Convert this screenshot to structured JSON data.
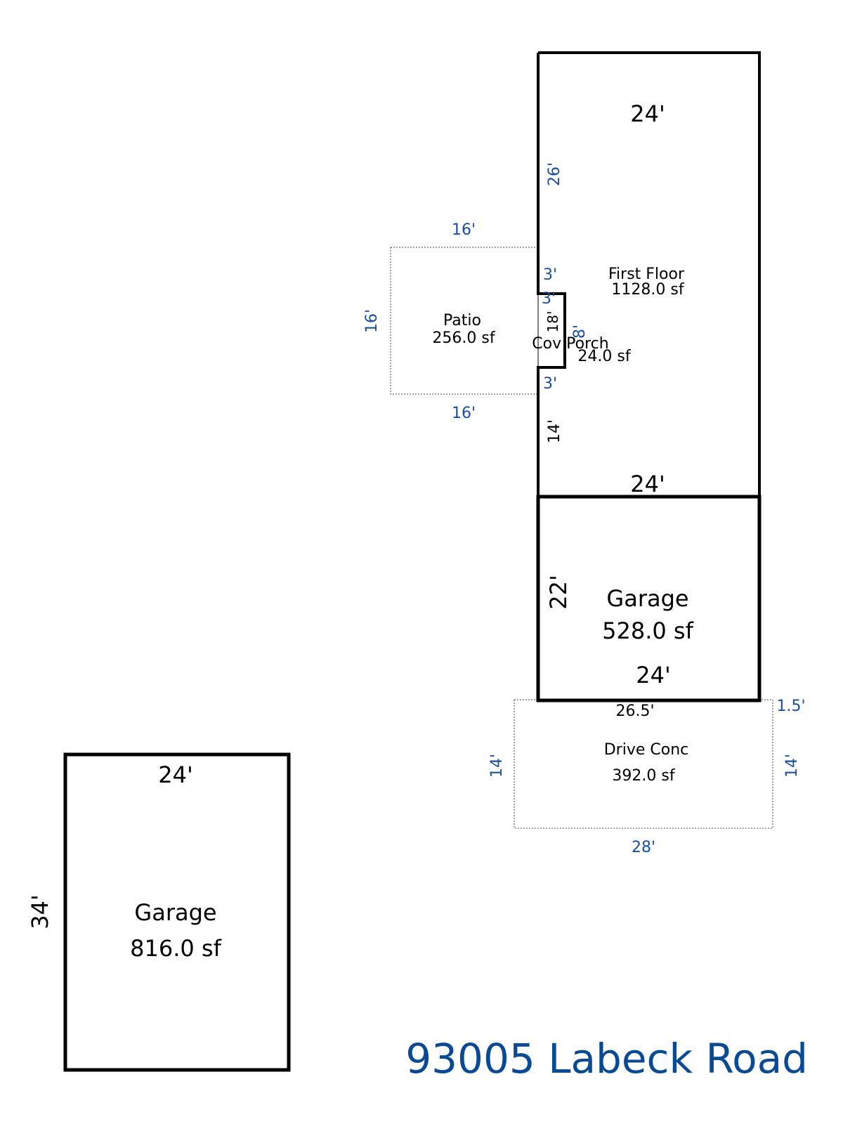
{
  "address": "93005 Labeck Road",
  "colors": {
    "line": "#000000",
    "dimension_text": "#1a4f9c",
    "title": "#0a4a95",
    "background": "#ffffff"
  },
  "areas": {
    "first_floor": {
      "name": "First Floor",
      "area": "1128.0 sf"
    },
    "patio": {
      "name": "Patio",
      "area": "256.0 sf"
    },
    "cov_porch": {
      "name": "Cov Porch",
      "area": "24.0 sf"
    },
    "garage_attached": {
      "name": "Garage",
      "area": "528.0 sf"
    },
    "drive": {
      "name": "Drive Conc",
      "area": "392.0 sf"
    },
    "garage_detached": {
      "name": "Garage",
      "area": "816.0 sf"
    }
  },
  "dimensions": {
    "ff_top": "24'",
    "ff_left_upper": "26'",
    "ff_notch_top": "3'",
    "porch_top": "3'",
    "porch_left": "18'",
    "porch_right": "8'",
    "ff_notch_bottom": "3'",
    "ff_left_lower": "14'",
    "ff_bottom": "24'",
    "patio_top": "16'",
    "patio_left": "16'",
    "patio_bottom": "16'",
    "garage_left": "22'",
    "garage_bottom": "24'",
    "drive_top": "26.5'",
    "drive_corner": "1.5'",
    "drive_left": "14'",
    "drive_right": "14'",
    "drive_bottom": "28'",
    "det_garage_top": "24'",
    "det_garage_left": "34'"
  }
}
